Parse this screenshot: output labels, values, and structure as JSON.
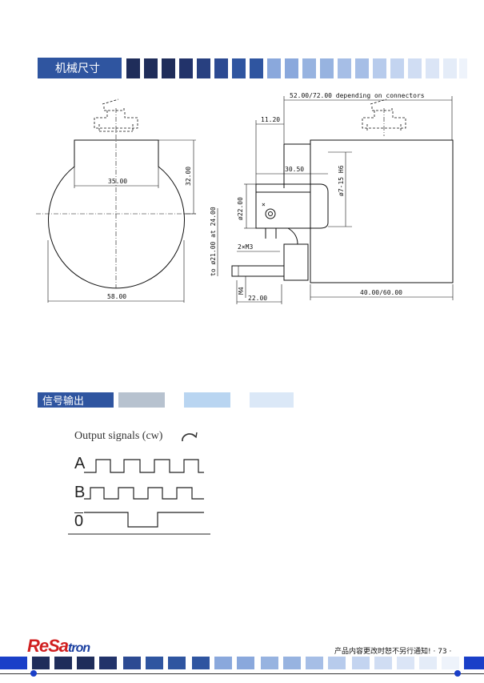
{
  "section1": {
    "title": "机械尺寸"
  },
  "section2": {
    "title": "信号输出"
  },
  "drawing": {
    "left_width": "58.00",
    "left_flat": "35.00",
    "left_height": "32.00",
    "right_overall": "52.00/72.00 depending on connectors",
    "right_11": "11.20",
    "right_30": "30.50",
    "right_bore": "ø7-15 H6",
    "right_shaft": "ø22.00",
    "right_pcd": "to ø21.00 at 24.00",
    "right_m3": "2×M3",
    "right_m4": "M4",
    "right_22": "22.00",
    "right_40": "40.00/60.00"
  },
  "signals": {
    "heading": "Output signals (cw)",
    "a": "A",
    "b": "B",
    "zero": "0"
  },
  "footer": {
    "logo_re": "Re",
    "logo_sa": "Sa",
    "logo_tron": "tron",
    "notice": "产品内容更改时恕不另行通知!",
    "page": "· 73 ·"
  },
  "colors": {
    "dark_navy": "#1f2d5a",
    "mid_blue": "#2f55a0",
    "light_blue": "#97b3e0",
    "pale_blue": "#d6e2f5",
    "logo_red": "#d01f1f",
    "logo_blue": "#1a3fa0"
  }
}
